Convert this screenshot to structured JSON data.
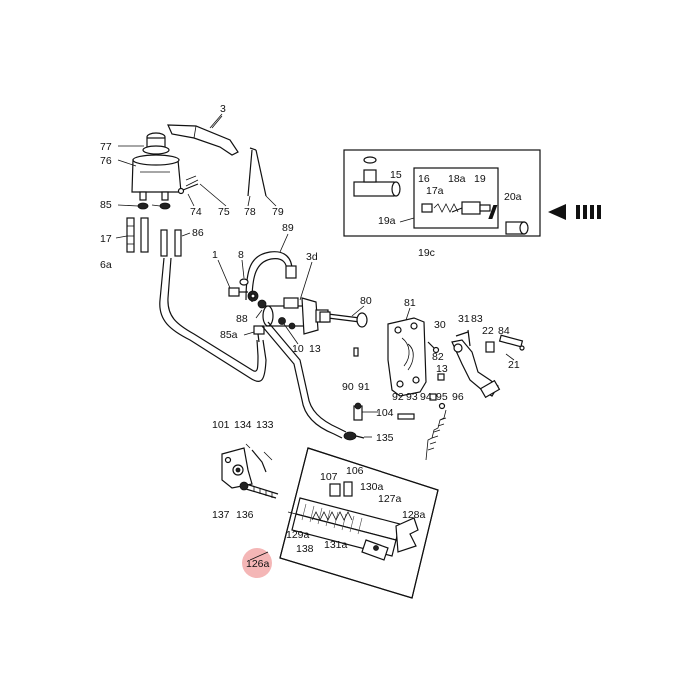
{
  "highlight": {
    "label": "126a",
    "color": "#f4b6b6"
  },
  "callouts": {
    "c3": "3",
    "c77": "77",
    "c76": "76",
    "c85": "85",
    "c74": "74",
    "c75": "75",
    "c78": "78",
    "c79": "79",
    "c17": "17",
    "c6a": "6a",
    "c86": "86",
    "c89": "89",
    "c1": "1",
    "c8": "8",
    "c3d": "3d",
    "c88": "88",
    "c85a": "85a",
    "c10": "10",
    "c13a": "13",
    "c80": "80",
    "c81": "81",
    "c30": "30",
    "c31": "31",
    "c83": "83",
    "c22": "22",
    "c84": "84",
    "c82": "82",
    "c13b": "13",
    "c21": "21",
    "c90": "90",
    "c91": "91",
    "c92": "92",
    "c93": "93",
    "c94": "94",
    "c95": "95",
    "c96": "96",
    "c104": "104",
    "c135": "135",
    "c101": "101",
    "c134": "134",
    "c133": "133",
    "c137": "137",
    "c136": "136",
    "c107": "107",
    "c106": "106",
    "c130a": "130a",
    "c127a": "127a",
    "c128a": "128a",
    "c129a": "129a",
    "c131a": "131a",
    "c138": "138",
    "c15": "15",
    "c16": "16",
    "c17a": "17a",
    "c18a": "18a",
    "c19": "19",
    "c19a": "19a",
    "c19c": "19c",
    "c20a": "20a"
  }
}
